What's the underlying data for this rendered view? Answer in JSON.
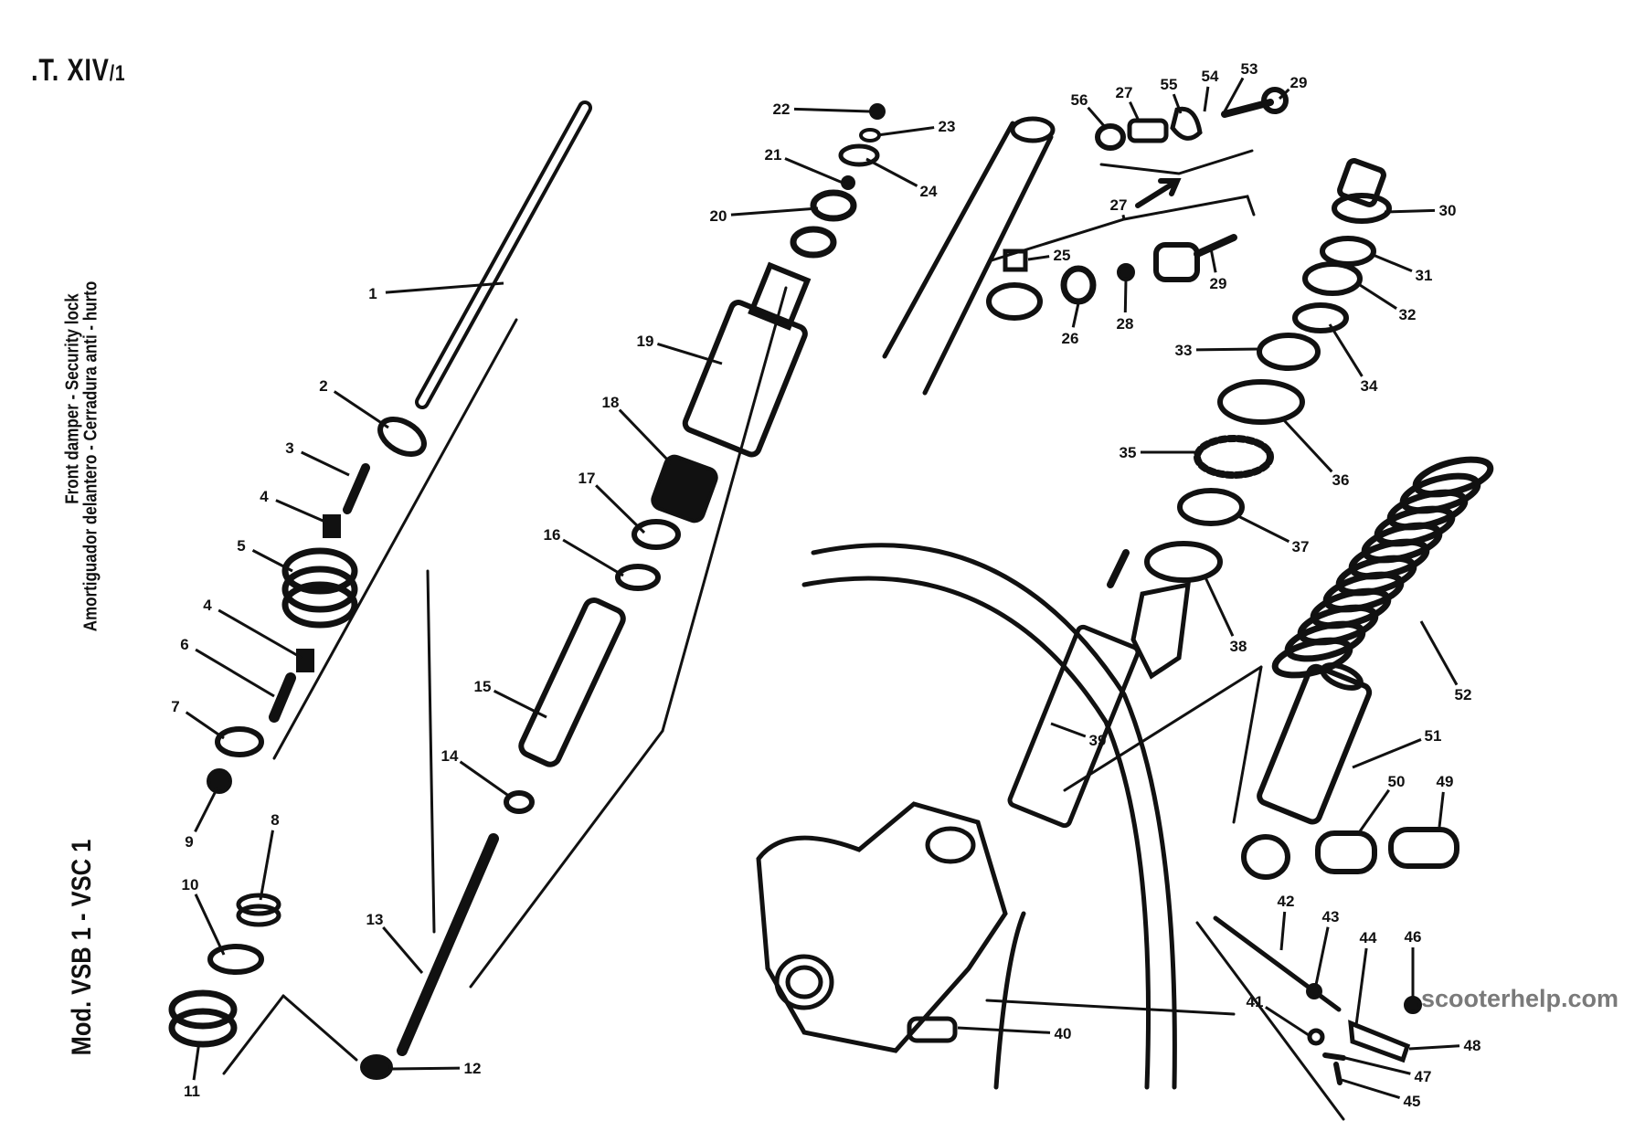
{
  "header": {
    "plate_code": ".T. XIV",
    "plate_suffix": "/1",
    "caption_en": "Front damper - Security lock",
    "caption_es": "Amortiguador delantero - Cerradura anti - hurto",
    "model": "Mod. VSB 1 - VSC 1"
  },
  "watermark": "scooterhelp.com",
  "callouts": [
    {
      "label": "1"
    },
    {
      "label": "2"
    },
    {
      "label": "3"
    },
    {
      "label": "4"
    },
    {
      "label": "5"
    },
    {
      "label": "4"
    },
    {
      "label": "6"
    },
    {
      "label": "7"
    },
    {
      "label": "9"
    },
    {
      "label": "8"
    },
    {
      "label": "10"
    },
    {
      "label": "11"
    },
    {
      "label": "12"
    },
    {
      "label": "13"
    },
    {
      "label": "14"
    },
    {
      "label": "15"
    },
    {
      "label": "16"
    },
    {
      "label": "17"
    },
    {
      "label": "18"
    },
    {
      "label": "19"
    },
    {
      "label": "20"
    },
    {
      "label": "21"
    },
    {
      "label": "22"
    },
    {
      "label": "23"
    },
    {
      "label": "24"
    },
    {
      "label": "25"
    },
    {
      "label": "26"
    },
    {
      "label": "27"
    },
    {
      "label": "27"
    },
    {
      "label": "28"
    },
    {
      "label": "29"
    },
    {
      "label": "29"
    },
    {
      "label": "30"
    },
    {
      "label": "31"
    },
    {
      "label": "32"
    },
    {
      "label": "33"
    },
    {
      "label": "34"
    },
    {
      "label": "35"
    },
    {
      "label": "36"
    },
    {
      "label": "37"
    },
    {
      "label": "38"
    },
    {
      "label": "39"
    },
    {
      "label": "40"
    },
    {
      "label": "41"
    },
    {
      "label": "42"
    },
    {
      "label": "43"
    },
    {
      "label": "44"
    },
    {
      "label": "45"
    },
    {
      "label": "46"
    },
    {
      "label": "47"
    },
    {
      "label": "48"
    },
    {
      "label": "49"
    },
    {
      "label": "50"
    },
    {
      "label": "51"
    },
    {
      "label": "52"
    },
    {
      "label": "53"
    },
    {
      "label": "54"
    },
    {
      "label": "55"
    },
    {
      "label": "56"
    }
  ]
}
